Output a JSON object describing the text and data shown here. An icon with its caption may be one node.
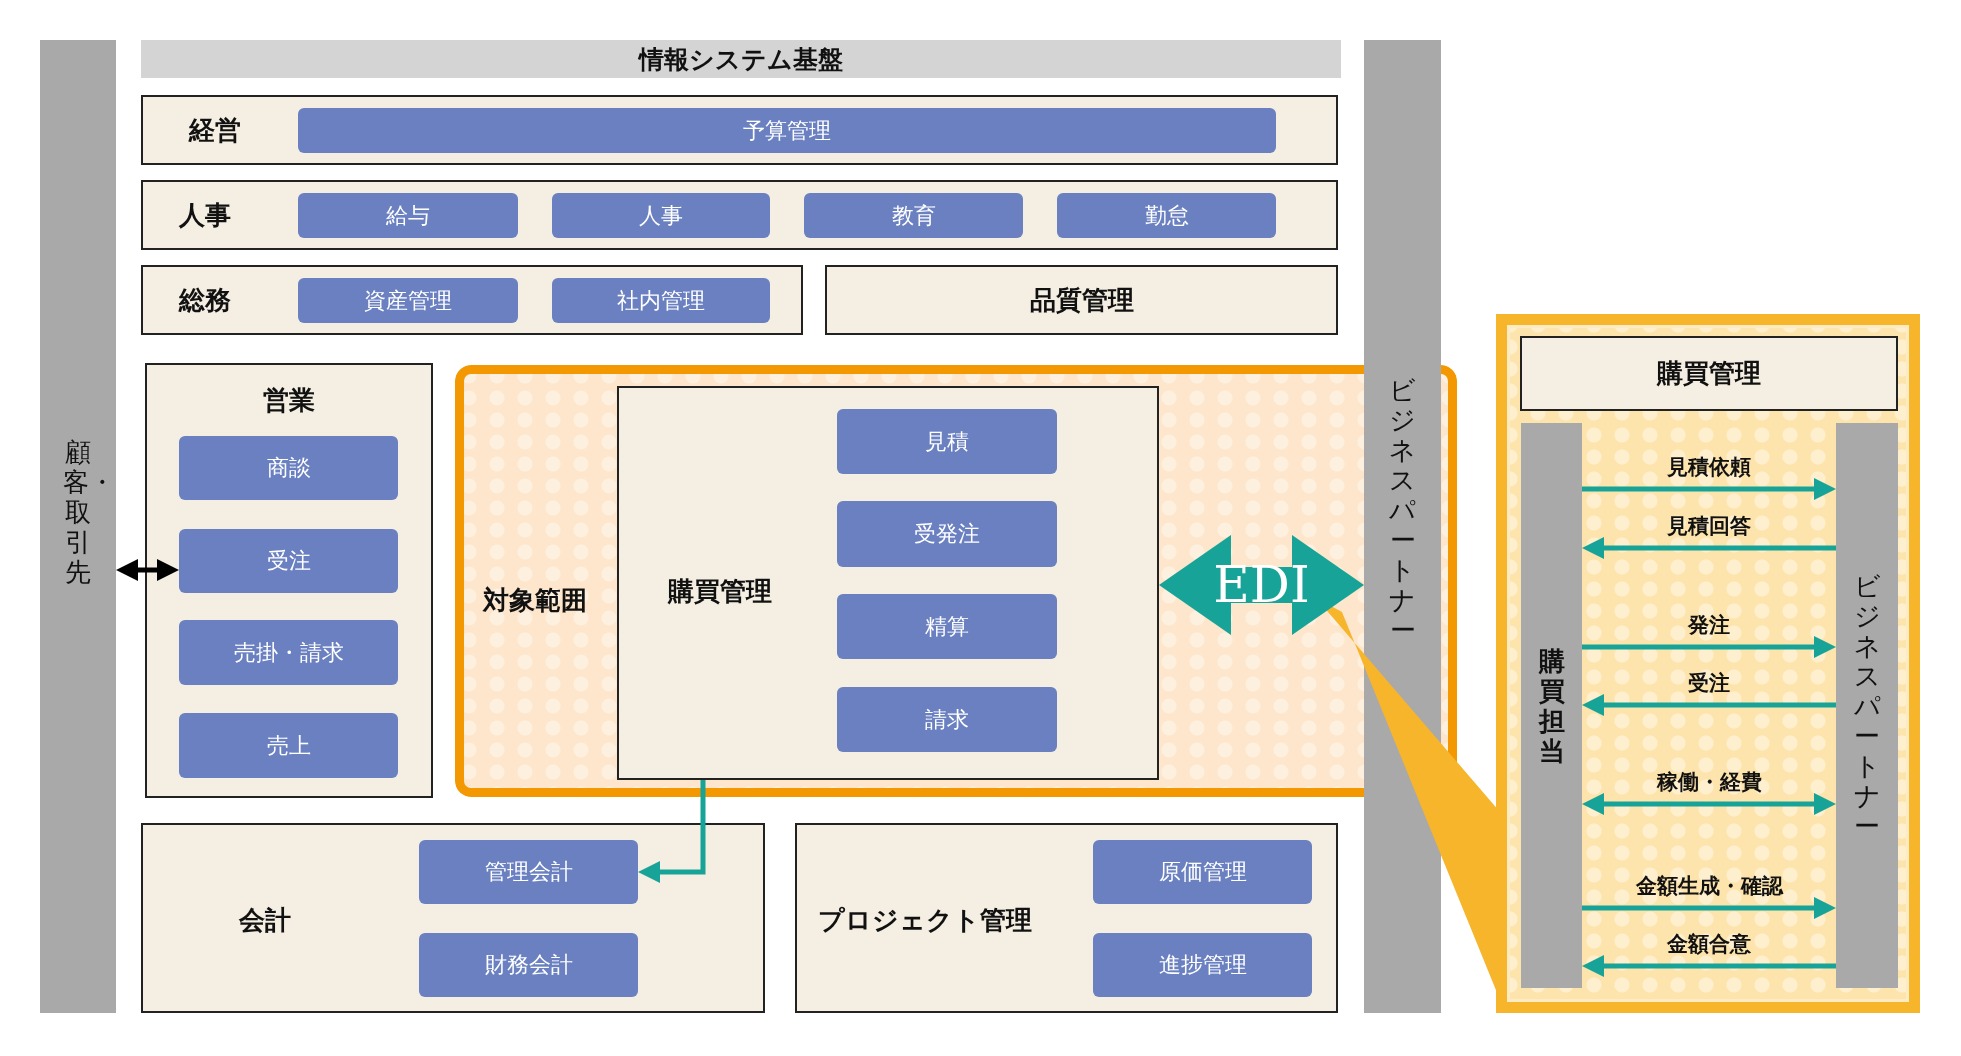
{
  "diagram": {
    "nodes": [
      {
        "text": [
          "情報システム基盤"
        ]
      },
      {
        "text": [
          "顧客・取引先"
        ]
      },
      {
        "text": [
          "ビジネスパートナー"
        ]
      },
      {
        "text": [
          "経営"
        ]
      },
      {
        "text": [
          "予算管理"
        ],
        "in": 3
      },
      {
        "text": [
          "人事"
        ]
      },
      {
        "text": [
          "給与"
        ],
        "in": 5
      },
      {
        "text": [
          "人事"
        ],
        "in": 5
      },
      {
        "text": [
          "教育"
        ],
        "in": 5
      },
      {
        "text": [
          "勤怠"
        ],
        "in": 5
      },
      {
        "text": [
          "総務"
        ]
      },
      {
        "text": [
          "資産管理"
        ],
        "in": 10
      },
      {
        "text": [
          "社内管理"
        ],
        "in": 10
      },
      {
        "text": [
          "品質管理"
        ]
      },
      {
        "text": [
          "営業"
        ]
      },
      {
        "text": [
          "商談"
        ],
        "in": 14
      },
      {
        "text": [
          "受注"
        ],
        "in": 14
      },
      {
        "text": [
          "売掛・請求"
        ],
        "in": 14
      },
      {
        "text": [
          "売上"
        ],
        "in": 14
      },
      {
        "text": [
          "対象範囲"
        ]
      },
      {
        "text": [
          "購買管理"
        ],
        "in": 19
      },
      {
        "text": [
          "見積"
        ],
        "in": 20
      },
      {
        "text": [
          "受発注"
        ],
        "in": 20
      },
      {
        "text": [
          "精算"
        ],
        "in": 20
      },
      {
        "text": [
          "請求"
        ],
        "in": 20
      },
      {
        "text": [
          "会計"
        ]
      },
      {
        "text": [
          "管理会計"
        ],
        "in": 25
      },
      {
        "text": [
          "財務会計"
        ],
        "in": 25
      },
      {
        "text": [
          "プロジェクト管理"
        ]
      },
      {
        "text": [
          "原価管理"
        ],
        "in": 28
      },
      {
        "text": [
          "進捗管理"
        ],
        "in": 28
      },
      {
        "text": [],
        "shape": "box"
      },
      {
        "text": [
          "購買管理"
        ],
        "in": 31
      },
      {
        "text": [
          "購買担当"
        ],
        "in": 31
      },
      {
        "text": [
          "ビジネスパートナー"
        ],
        "in": 31
      },
      {
        "text": [],
        "shape": "triangle"
      }
    ],
    "edges": [
      {
        "from": 1,
        "to": 16,
        "arrow": "both",
        "color": "#000000"
      },
      {
        "from": 20,
        "to": 26,
        "arrow": "to"
      },
      {
        "from": 20,
        "to": 2,
        "arrow": "both",
        "label": "EDI",
        "style": "thick"
      },
      {
        "from": 33,
        "to": 34,
        "arrow": "to",
        "label": "見積依頼"
      },
      {
        "from": 34,
        "to": 33,
        "arrow": "to",
        "label": "見積回答"
      },
      {
        "from": 33,
        "to": 34,
        "arrow": "to",
        "label": "発注"
      },
      {
        "from": 34,
        "to": 33,
        "arrow": "to",
        "label": "受注"
      },
      {
        "from": 33,
        "to": 34,
        "arrow": "both",
        "label": "稼働・経費"
      },
      {
        "from": 33,
        "to": 34,
        "arrow": "to",
        "label": "金額生成・確認"
      },
      {
        "from": 34,
        "to": 33,
        "arrow": "to",
        "label": "金額合意"
      }
    ]
  }
}
